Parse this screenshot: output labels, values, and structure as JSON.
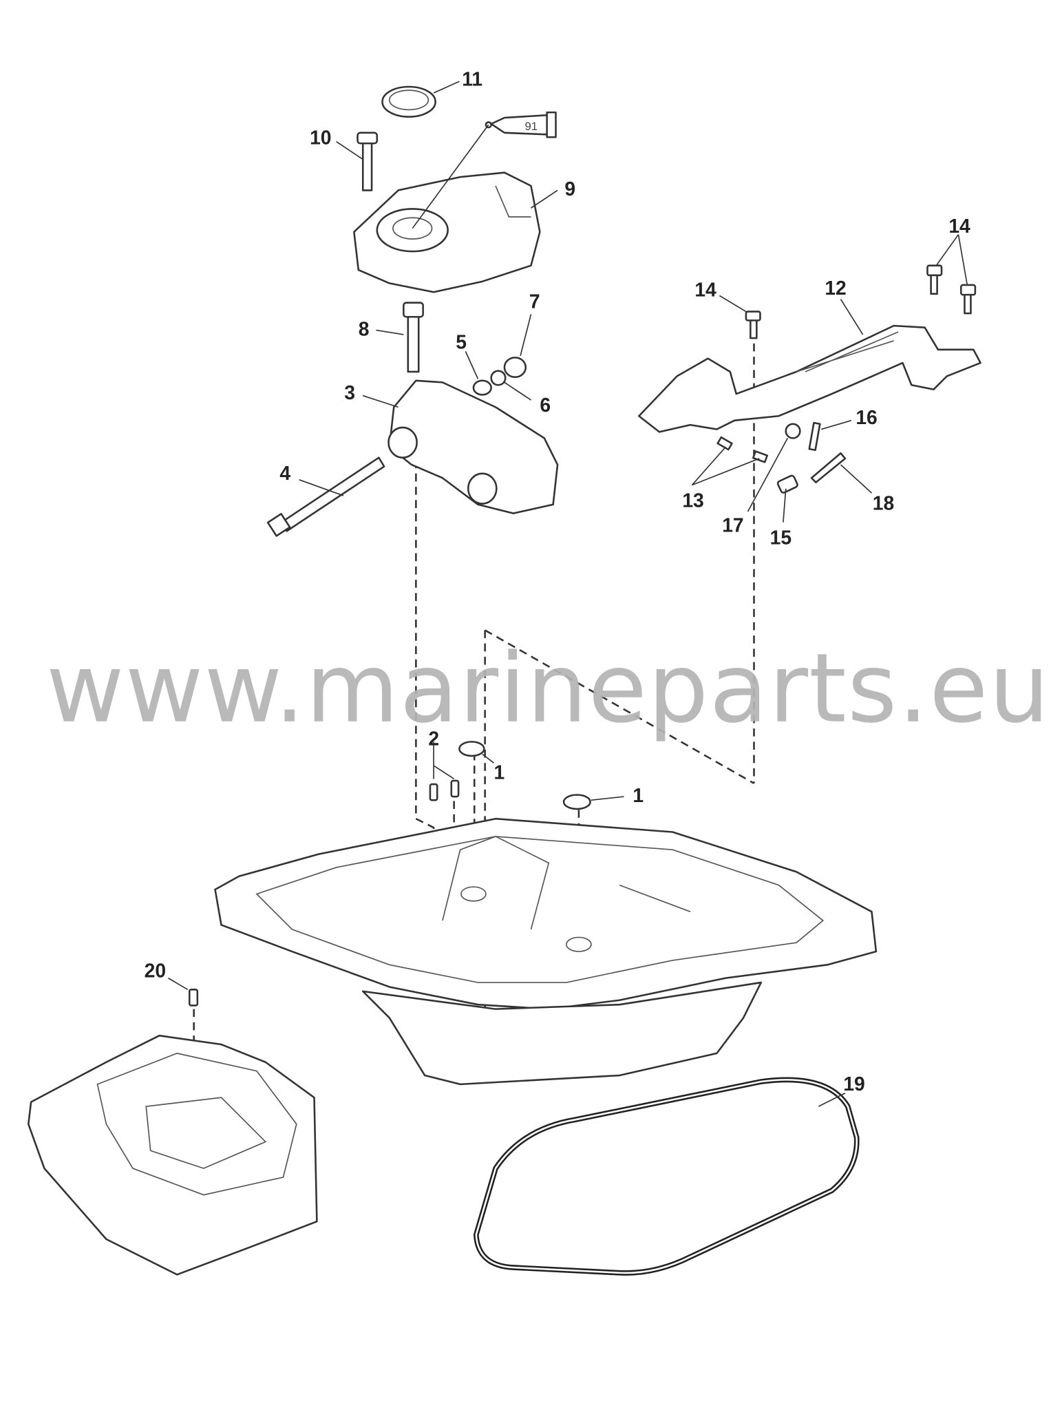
{
  "watermark": "www.marineparts.eu",
  "sealant_tube_label": "91",
  "callouts": {
    "c1a": "1",
    "c1b": "1",
    "c2": "2",
    "c3": "3",
    "c4": "4",
    "c5": "5",
    "c6": "6",
    "c7": "7",
    "c8": "8",
    "c9": "9",
    "c10": "10",
    "c11": "11",
    "c12": "12",
    "c13": "13",
    "c14a": "14",
    "c14b": "14",
    "c15": "15",
    "c16": "16",
    "c17": "17",
    "c18": "18",
    "c19": "19",
    "c20": "20"
  }
}
